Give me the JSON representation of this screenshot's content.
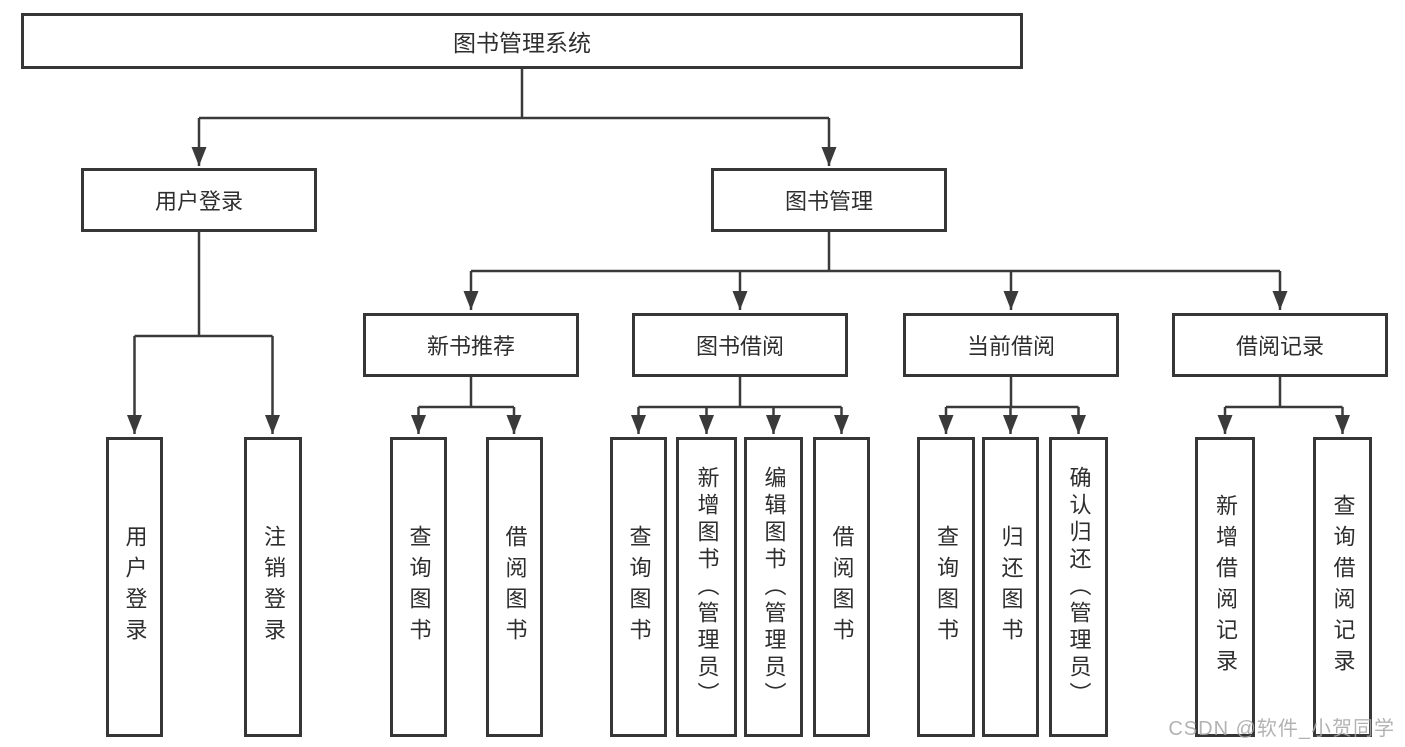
{
  "tree": {
    "root": {
      "label": "图书管理系统"
    },
    "level2": [
      {
        "label": "用户登录"
      },
      {
        "label": "图书管理"
      }
    ],
    "level3": [
      {
        "label": "新书推荐"
      },
      {
        "label": "图书借阅"
      },
      {
        "label": "当前借阅"
      },
      {
        "label": "借阅记录"
      }
    ],
    "leaves": [
      {
        "label": "用户登录"
      },
      {
        "label": "注销登录"
      },
      {
        "label": "查询图书"
      },
      {
        "label": "借阅图书"
      },
      {
        "label": "查询图书"
      },
      {
        "label": "新增图书（管理员）"
      },
      {
        "label": "编辑图书（管理员）"
      },
      {
        "label": "借阅图书"
      },
      {
        "label": "查询图书"
      },
      {
        "label": "归还图书"
      },
      {
        "label": "确认归还（管理员）"
      },
      {
        "label": "新增借阅记录"
      },
      {
        "label": "查询借阅记录"
      }
    ]
  },
  "watermark": {
    "text": "CSDN @软件_小贺同学"
  },
  "colors": {
    "line": "#3a3a3a",
    "box_border": "#363636",
    "text": "#2e2e2e",
    "watermark": "#a6a6a6",
    "background": "#ffffff"
  }
}
